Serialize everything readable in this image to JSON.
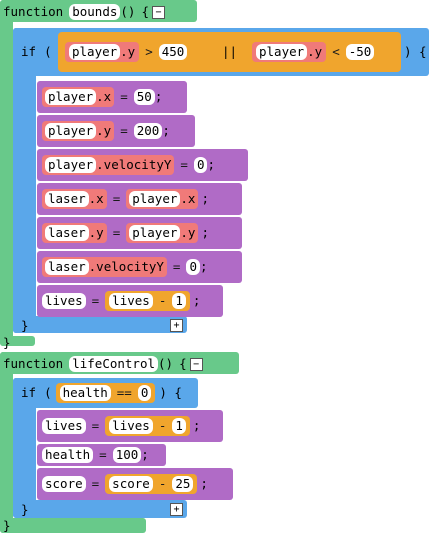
{
  "functions": [
    {
      "keyword": "function",
      "name": "bounds",
      "parens": "()",
      "open_brace": "{",
      "close_brace": "}",
      "collapse_icon": "minus-icon",
      "if_block": {
        "keyword": "if",
        "open_paren": "(",
        "close_paren_brace": ") {",
        "close_brace": "}",
        "add_icon": "plus-icon",
        "condition": {
          "left": {
            "object": "player",
            "prop": ".y",
            "op": ">",
            "value": "450"
          },
          "logic_op": "||",
          "right": {
            "object": "player",
            "prop": ".y",
            "op": "<",
            "value": "-50"
          }
        },
        "statements": [
          {
            "target": "player",
            "prop": ".x",
            "eq": "=",
            "value": "50",
            "semi": ";"
          },
          {
            "target": "player",
            "prop": ".y",
            "eq": "=",
            "value": "200",
            "semi": ";"
          },
          {
            "target": "player",
            "prop": ".velocityY",
            "eq": "=",
            "value": "0",
            "semi": ";"
          },
          {
            "target": "laser",
            "prop": ".x",
            "eq": "=",
            "value_obj": "player",
            "value_prop": ".x",
            "semi": ";"
          },
          {
            "target": "laser",
            "prop": ".y",
            "eq": "=",
            "value_obj": "player",
            "value_prop": ".y",
            "semi": ";"
          },
          {
            "target": "laser",
            "prop": ".velocityY",
            "eq": "=",
            "value": "0",
            "semi": ";"
          },
          {
            "target": "lives",
            "eq": "=",
            "expr_var": "lives",
            "expr_op": "-",
            "expr_val": "1",
            "semi": ";"
          }
        ]
      }
    },
    {
      "keyword": "function",
      "name": "lifeControl",
      "parens": "()",
      "open_brace": "{",
      "close_brace": "}",
      "collapse_icon": "minus-icon",
      "if_block": {
        "keyword": "if",
        "open_paren": "(",
        "close_paren_brace": ") {",
        "close_brace": "}",
        "add_icon": "plus-icon",
        "condition": {
          "var": "health",
          "op": "==",
          "value": "0"
        },
        "statements": [
          {
            "target": "lives",
            "eq": "=",
            "expr_var": "lives",
            "expr_op": "-",
            "expr_val": "1",
            "semi": ";"
          },
          {
            "target": "health",
            "eq": "=",
            "value": "100",
            "semi": ";"
          },
          {
            "target": "score",
            "eq": "=",
            "expr_var": "score",
            "expr_op": "-",
            "expr_val": "25",
            "semi": ";"
          }
        ]
      }
    }
  ],
  "glyphs": {
    "minus": "−",
    "plus": "+"
  },
  "colors": {
    "function_block": "#68c98a",
    "if_block": "#5aa7ea",
    "statement_block": "#b06bc6",
    "property_block": "#f07a79",
    "condition_block": "#f0a52d"
  }
}
